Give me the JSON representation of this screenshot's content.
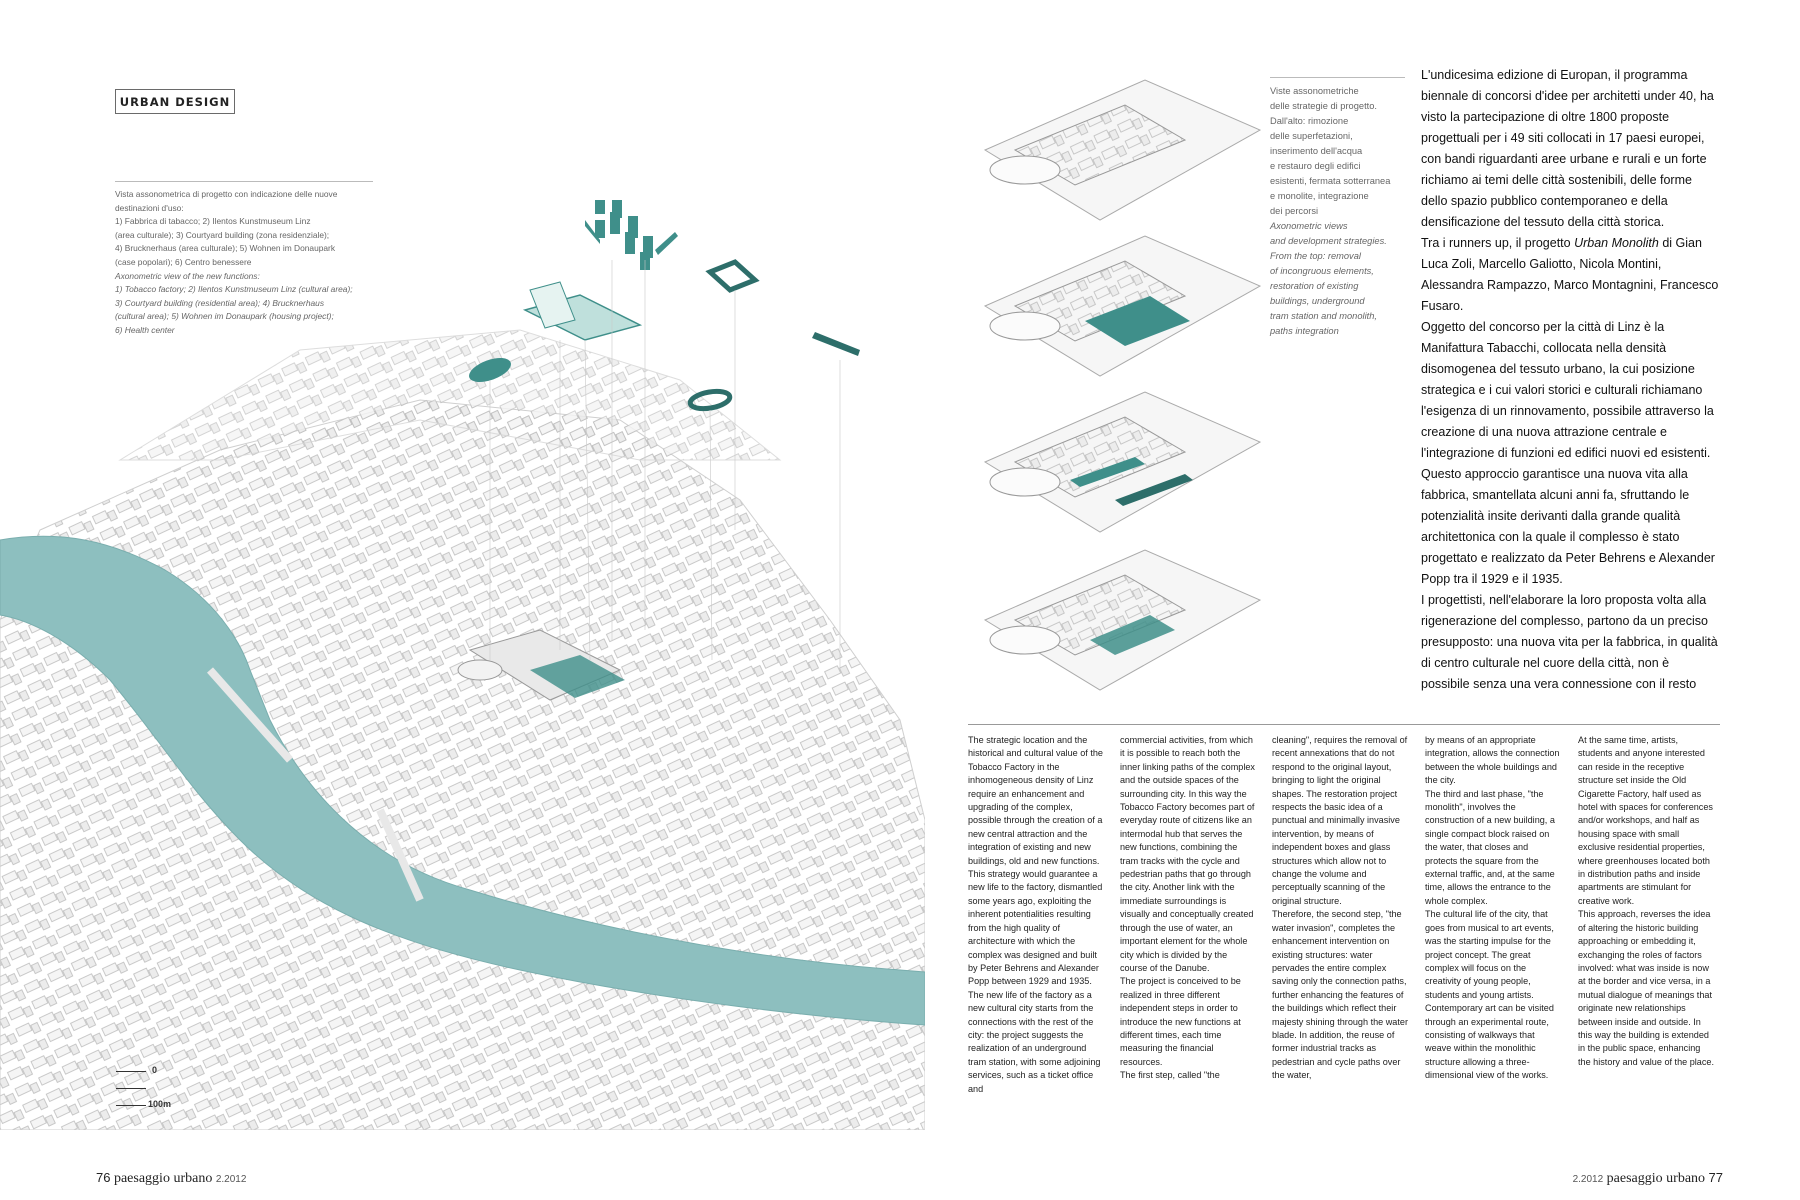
{
  "section_tag": "URBAN DESIGN",
  "left_caption": {
    "italian": "Vista assonometrica di progetto con indicazione delle nuove\ndestinazioni d'uso:\n1) Fabbrica di tabacco; 2) Ilentos Kunstmuseum Linz\n(area culturale); 3) Courtyard building (zona residenziale);\n4) Brucknerhaus (area culturale); 5) Wohnen im Donaupark\n(case popolari); 6) Centro benessere",
    "english": "Axonometric view of the new functions:\n1) Tobacco factory; 2) Ilentos Kunstmuseum Linz (cultural area);\n3) Courtyard building (residential area); 4) Brucknerhaus\n(cultural area); 5) Wohnen im Donaupark (housing project);\n6) Health center"
  },
  "right_caption": {
    "italian": "Viste assonometriche\ndelle strategie di progetto.\nDall'alto: rimozione\ndelle superfetazioni,\ninserimento dell'acqua\ne restauro degli edifici\nesistenti, fermata sotterranea\ne monolite, integrazione\ndei percorsi",
    "english": "Axonometric views\nand development strategies.\nFrom the top: removal\nof incongruous elements,\nrestoration of existing\nbuildings, underground\ntram station and monolith,\npaths integration"
  },
  "intro": {
    "p1": "L'undicesima edizione di Europan, il programma biennale di concorsi d'idee per architetti under 40, ha visto la partecipazione di oltre 1800 proposte progettuali per i 49 siti collocati in 17 paesi europei, con bandi riguardanti aree urbane e rurali e un forte richiamo ai temi delle città sostenibili, delle forme dello spazio pubblico contemporaneo e della densificazione del tessuto della città storica.",
    "p2_before": "Tra i runners up, il progetto ",
    "p2_italic": "Urban Monolith",
    "p2_after": " di Gian Luca Zoli, Marcello Galiotto, Nicola Montini, Alessandra Rampazzo, Marco Montagnini, Francesco Fusaro.",
    "p3": "Oggetto del concorso per la città di Linz è la Manifattura Tabacchi, collocata nella densità disomogenea del tessuto urbano, la cui posizione strategica e i cui valori storici e culturali richiamano l'esigenza di un rinnovamento, possibile attraverso la creazione di una nuova attrazione centrale e l'integrazione di funzioni ed edifici nuovi ed esistenti. Questo approccio garantisce una nuova vita alla fabbrica, smantellata alcuni anni fa, sfruttando le potenzialità insite derivanti dalla grande qualità architettonica con la quale il complesso è stato progettato e realizzato da Peter Behrens e Alexander Popp tra il 1929 e il 1935.",
    "p4": "I progettisti, nell'elaborare la loro proposta volta alla rigenerazione del complesso, partono da un preciso presupposto: una nuova vita per la fabbrica, in qualità di centro culturale nel cuore della città, non è possibile senza una vera connessione con il resto"
  },
  "columns": [
    "The strategic location and the historical and cultural value of the Tobacco Factory in the inhomogeneous density of Linz require an enhancement and upgrading of the complex, possible through the creation of a new central attraction and the integration of existing and new buildings, old and new functions. This strategy would guarantee a new life to the factory, dismantled some years ago, exploiting the inherent potentialities resulting from the high quality of architecture with which the complex was designed and built by Peter Behrens and Alexander Popp between 1929 and 1935.\nThe new life of the factory as a new cultural city starts from the connections with the rest of the city: the project suggests the realization of an underground tram station, with some adjoining services, such as a ticket office and",
    "commercial activities, from which it is possible to reach both the inner linking paths of the complex and the outside spaces of the surrounding city. In this way the Tobacco Factory becomes part of everyday route of citizens like an intermodal hub that serves the new functions, combining the tram tracks with the cycle and pedestrian paths that go through the city. Another link with the immediate surroundings is visually and conceptually created through the use of water, an important element for the whole city which is divided by the course of the Danube.\nThe project is conceived to be realized in three different independent steps in order to introduce the new functions at different times, each time measuring the financial resources.\nThe first step, called \"the",
    "cleaning\", requires the removal of recent annexations that do not respond to the original layout, bringing to light the original shapes. The restoration project respects the basic idea of a punctual and minimally invasive intervention, by means of independent boxes and glass structures which allow not to change the volume and perceptually scanning of the original structure.\nTherefore, the second step, \"the water invasion\", completes the enhancement intervention on existing structures: water pervades the entire complex saving only the connection paths, further enhancing the features of the buildings which reflect their majesty shining through the water blade. In addition, the reuse of former industrial tracks as pedestrian and cycle paths over the water,",
    "by means of an appropriate integration, allows the connection between the whole buildings and the city.\nThe third and last phase, \"the monolith\", involves the construction of a new building, a single compact block raised on the water, that closes and protects the square from the external traffic, and, at the same time, allows the entrance to the whole complex.\nThe cultural life of the city, that goes from musical to art events, was the starting impulse for the project concept. The great complex will focus on the creativity of young people, students and young artists. Contemporary art can be visited through an experimental route, consisting of walkways that weave within the monolithic structure allowing a three-dimensional view of the works.",
    "At the same time, artists, students and anyone interested can reside in the receptive structure set inside the Old Cigarette Factory, half used as hotel with spaces for conferences and/or workshops, and half as housing space with small exclusive residential properties, where greenhouses located both in distribution paths and inside apartments are stimulant for creative work.\nThis approach, reverses the idea of altering the historic building approaching or embedding it, exchanging the roles of factors involved: what was inside is now at the border and vice versa, in a mutual dialogue of meanings that originate new relationships between inside and outside. In this way the building is extended in the public space, enhancing the history and value of the place."
  ],
  "scale": {
    "zero": "0",
    "hundred": "100m"
  },
  "folio_left": {
    "page": "76",
    "magazine": "paesaggio urbano",
    "issue": "2.2012"
  },
  "folio_right": {
    "page": "77",
    "magazine": "paesaggio urbano",
    "issue": "2.2012"
  },
  "colors": {
    "river": "#8dbfbf",
    "highlight": "#3f8f8a",
    "building_fill": "#f4f4f4",
    "building_stroke": "#b5b5b5"
  }
}
